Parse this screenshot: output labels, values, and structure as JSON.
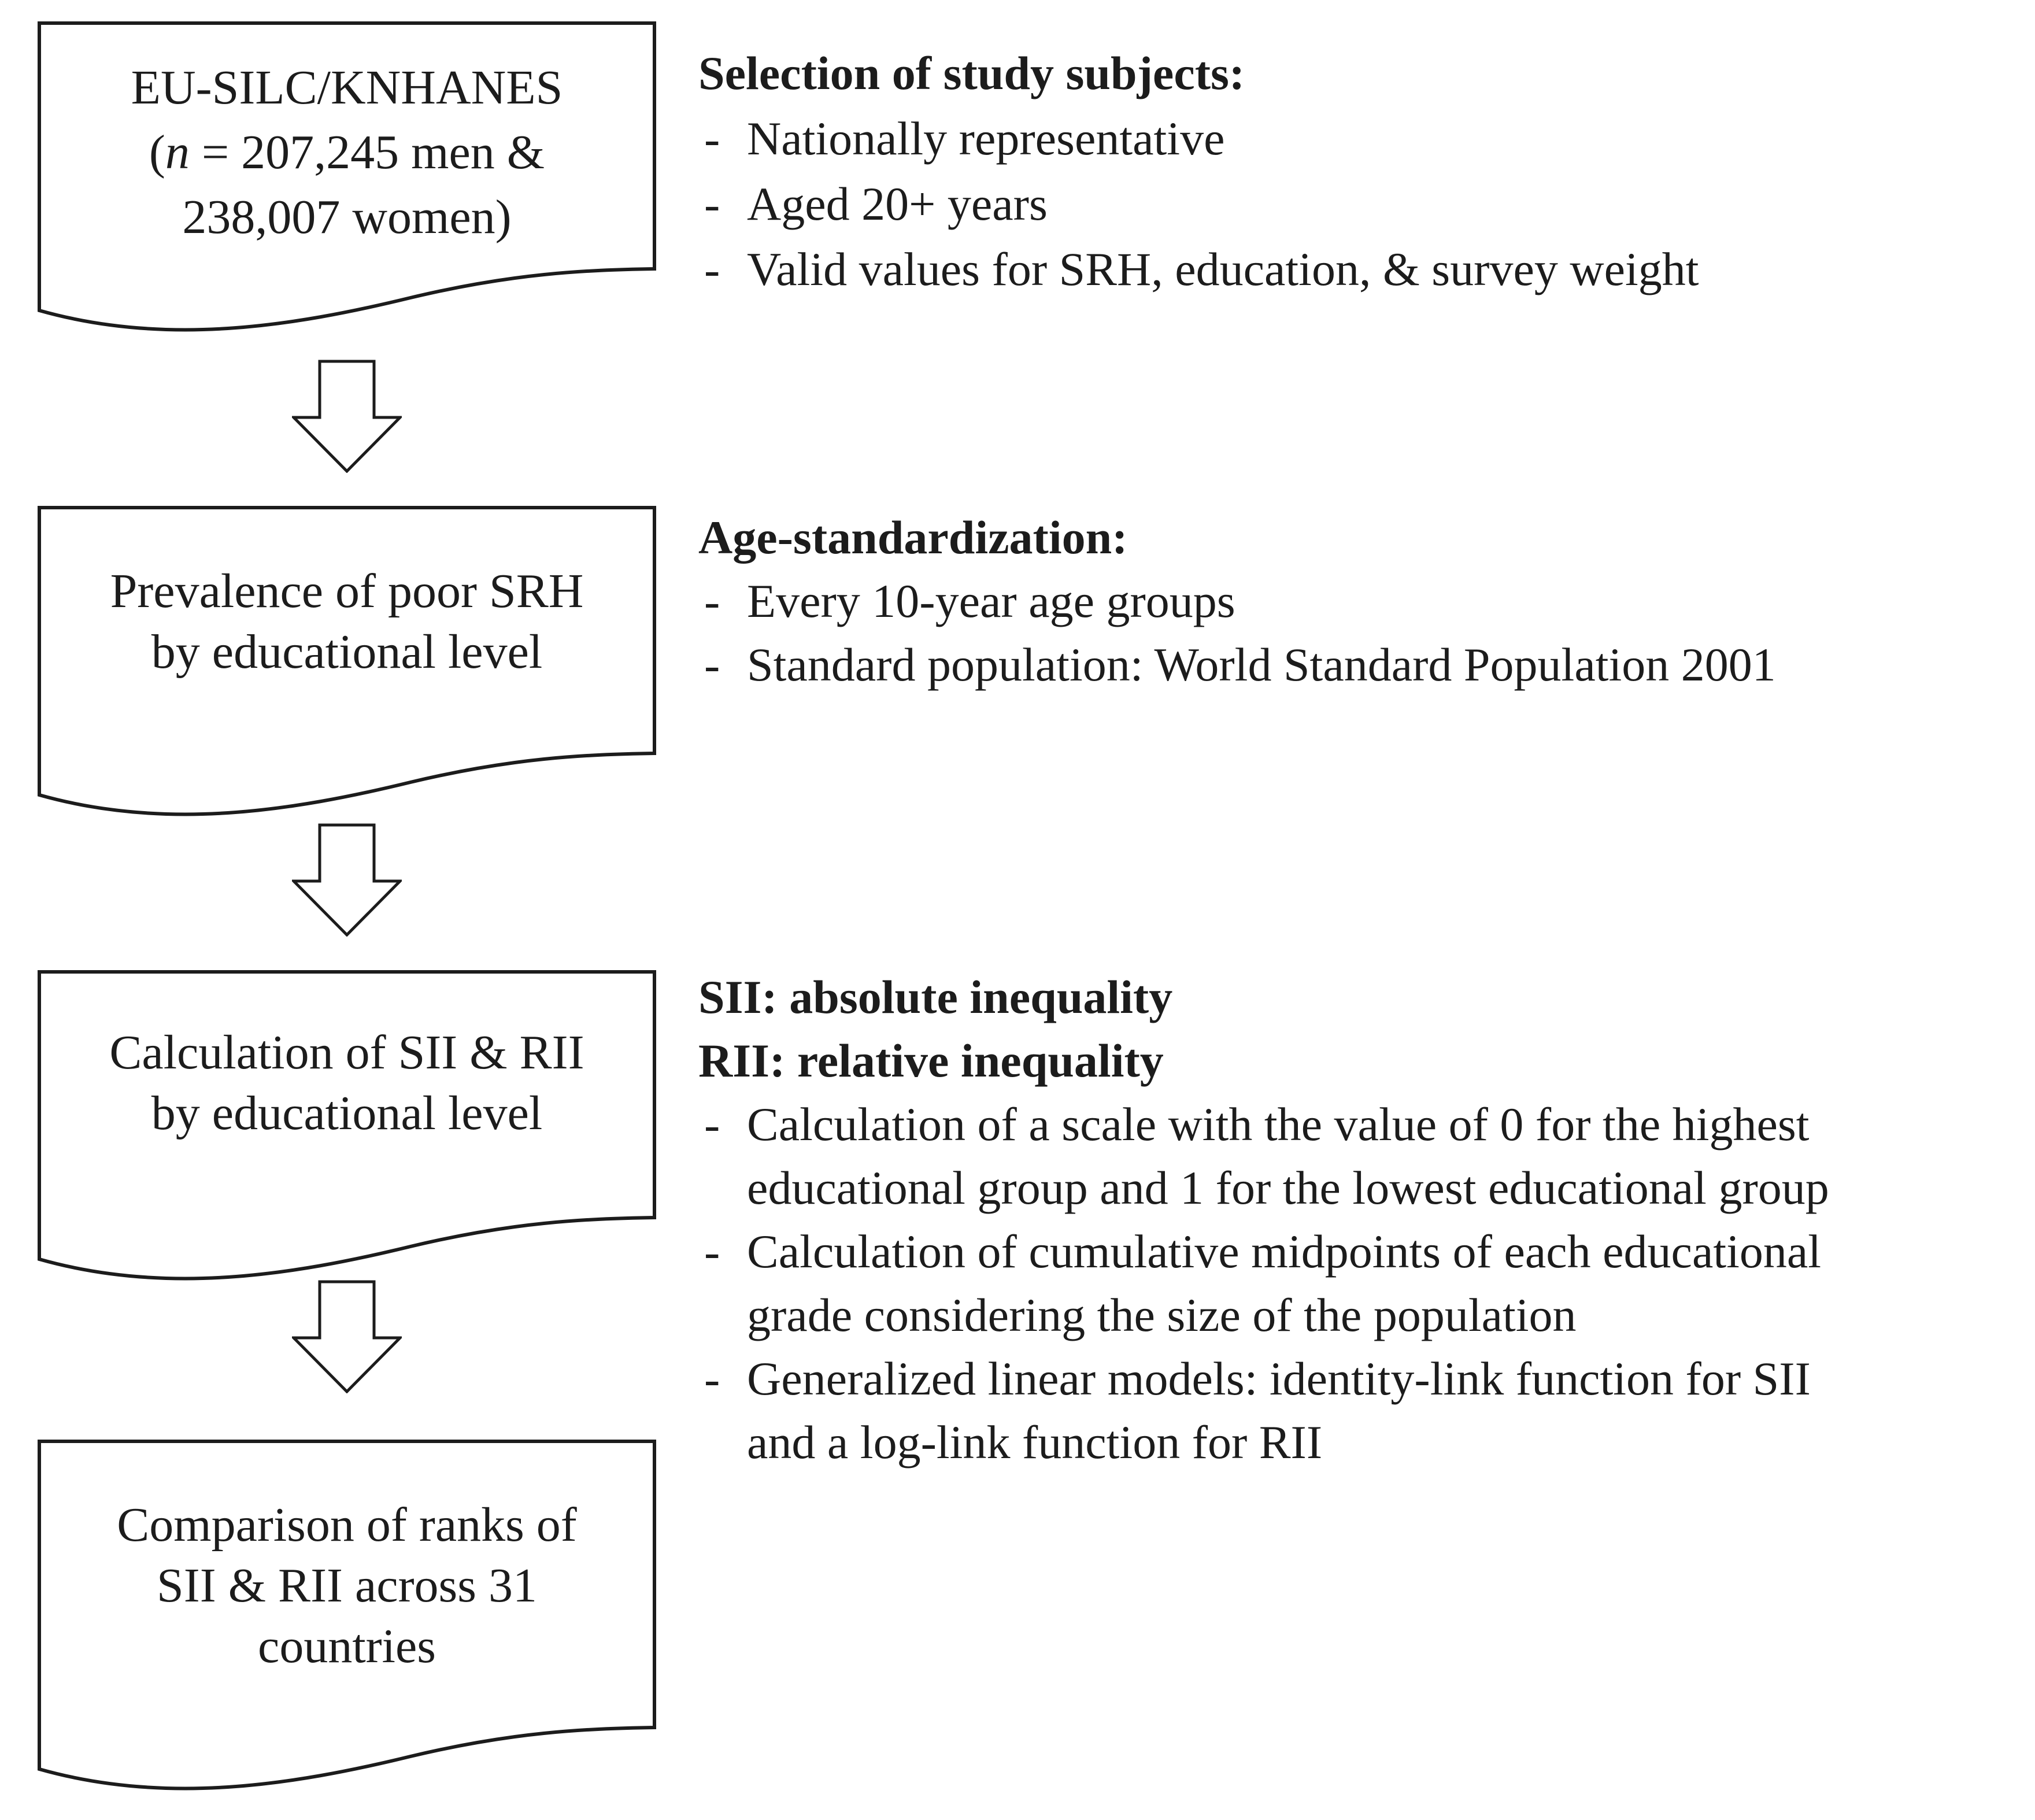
{
  "figure": {
    "colors": {
      "ink": "#1c1c1c",
      "background": "#ffffff"
    },
    "boxes": {
      "box1": {
        "line1": "EU-SILC/KNHANES",
        "line2_open": "(",
        "line2_var": "n",
        "line2_rest": " = 207,245 men &",
        "line3": "238,007 women)"
      },
      "box2": {
        "line1": "Prevalence of poor SRH",
        "line2": "by educational level"
      },
      "box3": {
        "line1": "Calculation of SII & RII",
        "line2": "by educational level"
      },
      "box4": {
        "line1": "Comparison of ranks of",
        "line2": "SII & RII across 31",
        "line3": "countries"
      }
    },
    "right": {
      "dash": "-",
      "section1": {
        "heading": "Selection of study subjects:",
        "bullets": [
          "Nationally representative",
          "Aged 20+ years",
          "Valid values for SRH, education, & survey weight"
        ]
      },
      "section2": {
        "heading": "Age-standardization:",
        "bullets": [
          "Every 10-year age groups",
          "Standard population: World Standard Population 2001"
        ]
      },
      "section3": {
        "heading_sii": "SII: absolute inequality",
        "heading_rii": "RII: relative inequality",
        "bullets": [
          {
            "line1": "Calculation of a scale with the value of 0 for the highest",
            "line2": "educational group and 1 for the lowest educational group"
          },
          {
            "line1": "Calculation of cumulative midpoints of each educational",
            "line2": "grade considering the size of the population"
          },
          {
            "line1": "Generalized linear models: identity-link function for SII",
            "line2": "and a log-link function for RII"
          }
        ]
      }
    }
  }
}
